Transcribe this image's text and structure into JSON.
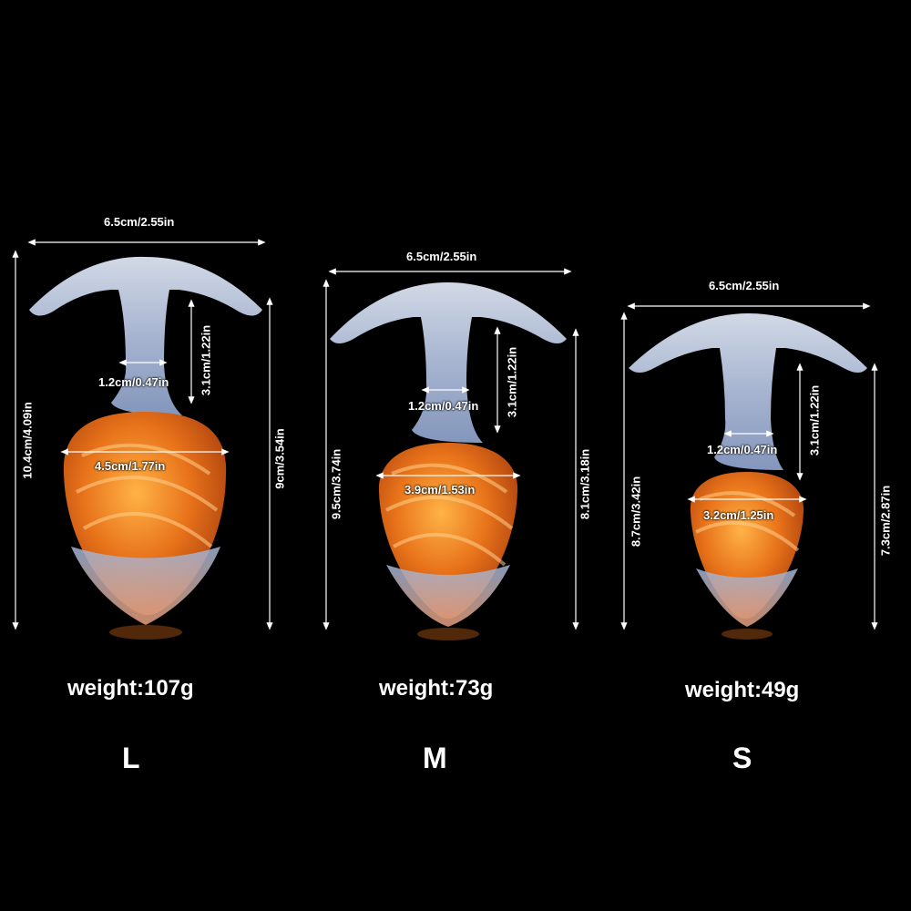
{
  "products": [
    {
      "size": "L",
      "weight": "weight:107g",
      "dims": {
        "width": "6.5cm/2.55in",
        "total_height": "10.4cm/4.09in",
        "insert_height": "9cm/3.54in",
        "neck_length": "3.1cm/1.22in",
        "neck_width": "1.2cm/0.47in",
        "bulb_width": "4.5cm/1.77in"
      }
    },
    {
      "size": "M",
      "weight": "weight:73g",
      "dims": {
        "width": "6.5cm/2.55in",
        "total_height": "9.5cm/3.74in",
        "insert_height": "8.1cm/3.18in",
        "neck_length": "3.1cm/1.22in",
        "neck_width": "1.2cm/0.47in",
        "bulb_width": "3.9cm/1.53in"
      }
    },
    {
      "size": "S",
      "weight": "weight:49g",
      "dims": {
        "width": "6.5cm/2.55in",
        "total_height": "8.7cm/3.42in",
        "insert_height": "7.3cm/2.87in",
        "neck_length": "3.1cm/1.22in",
        "neck_width": "1.2cm/0.47in",
        "bulb_width": "3.2cm/1.25in"
      }
    }
  ],
  "colors": {
    "background": "#000000",
    "glass": "#b9c8e6",
    "core": "#e8731a",
    "line": "#ffffff"
  }
}
